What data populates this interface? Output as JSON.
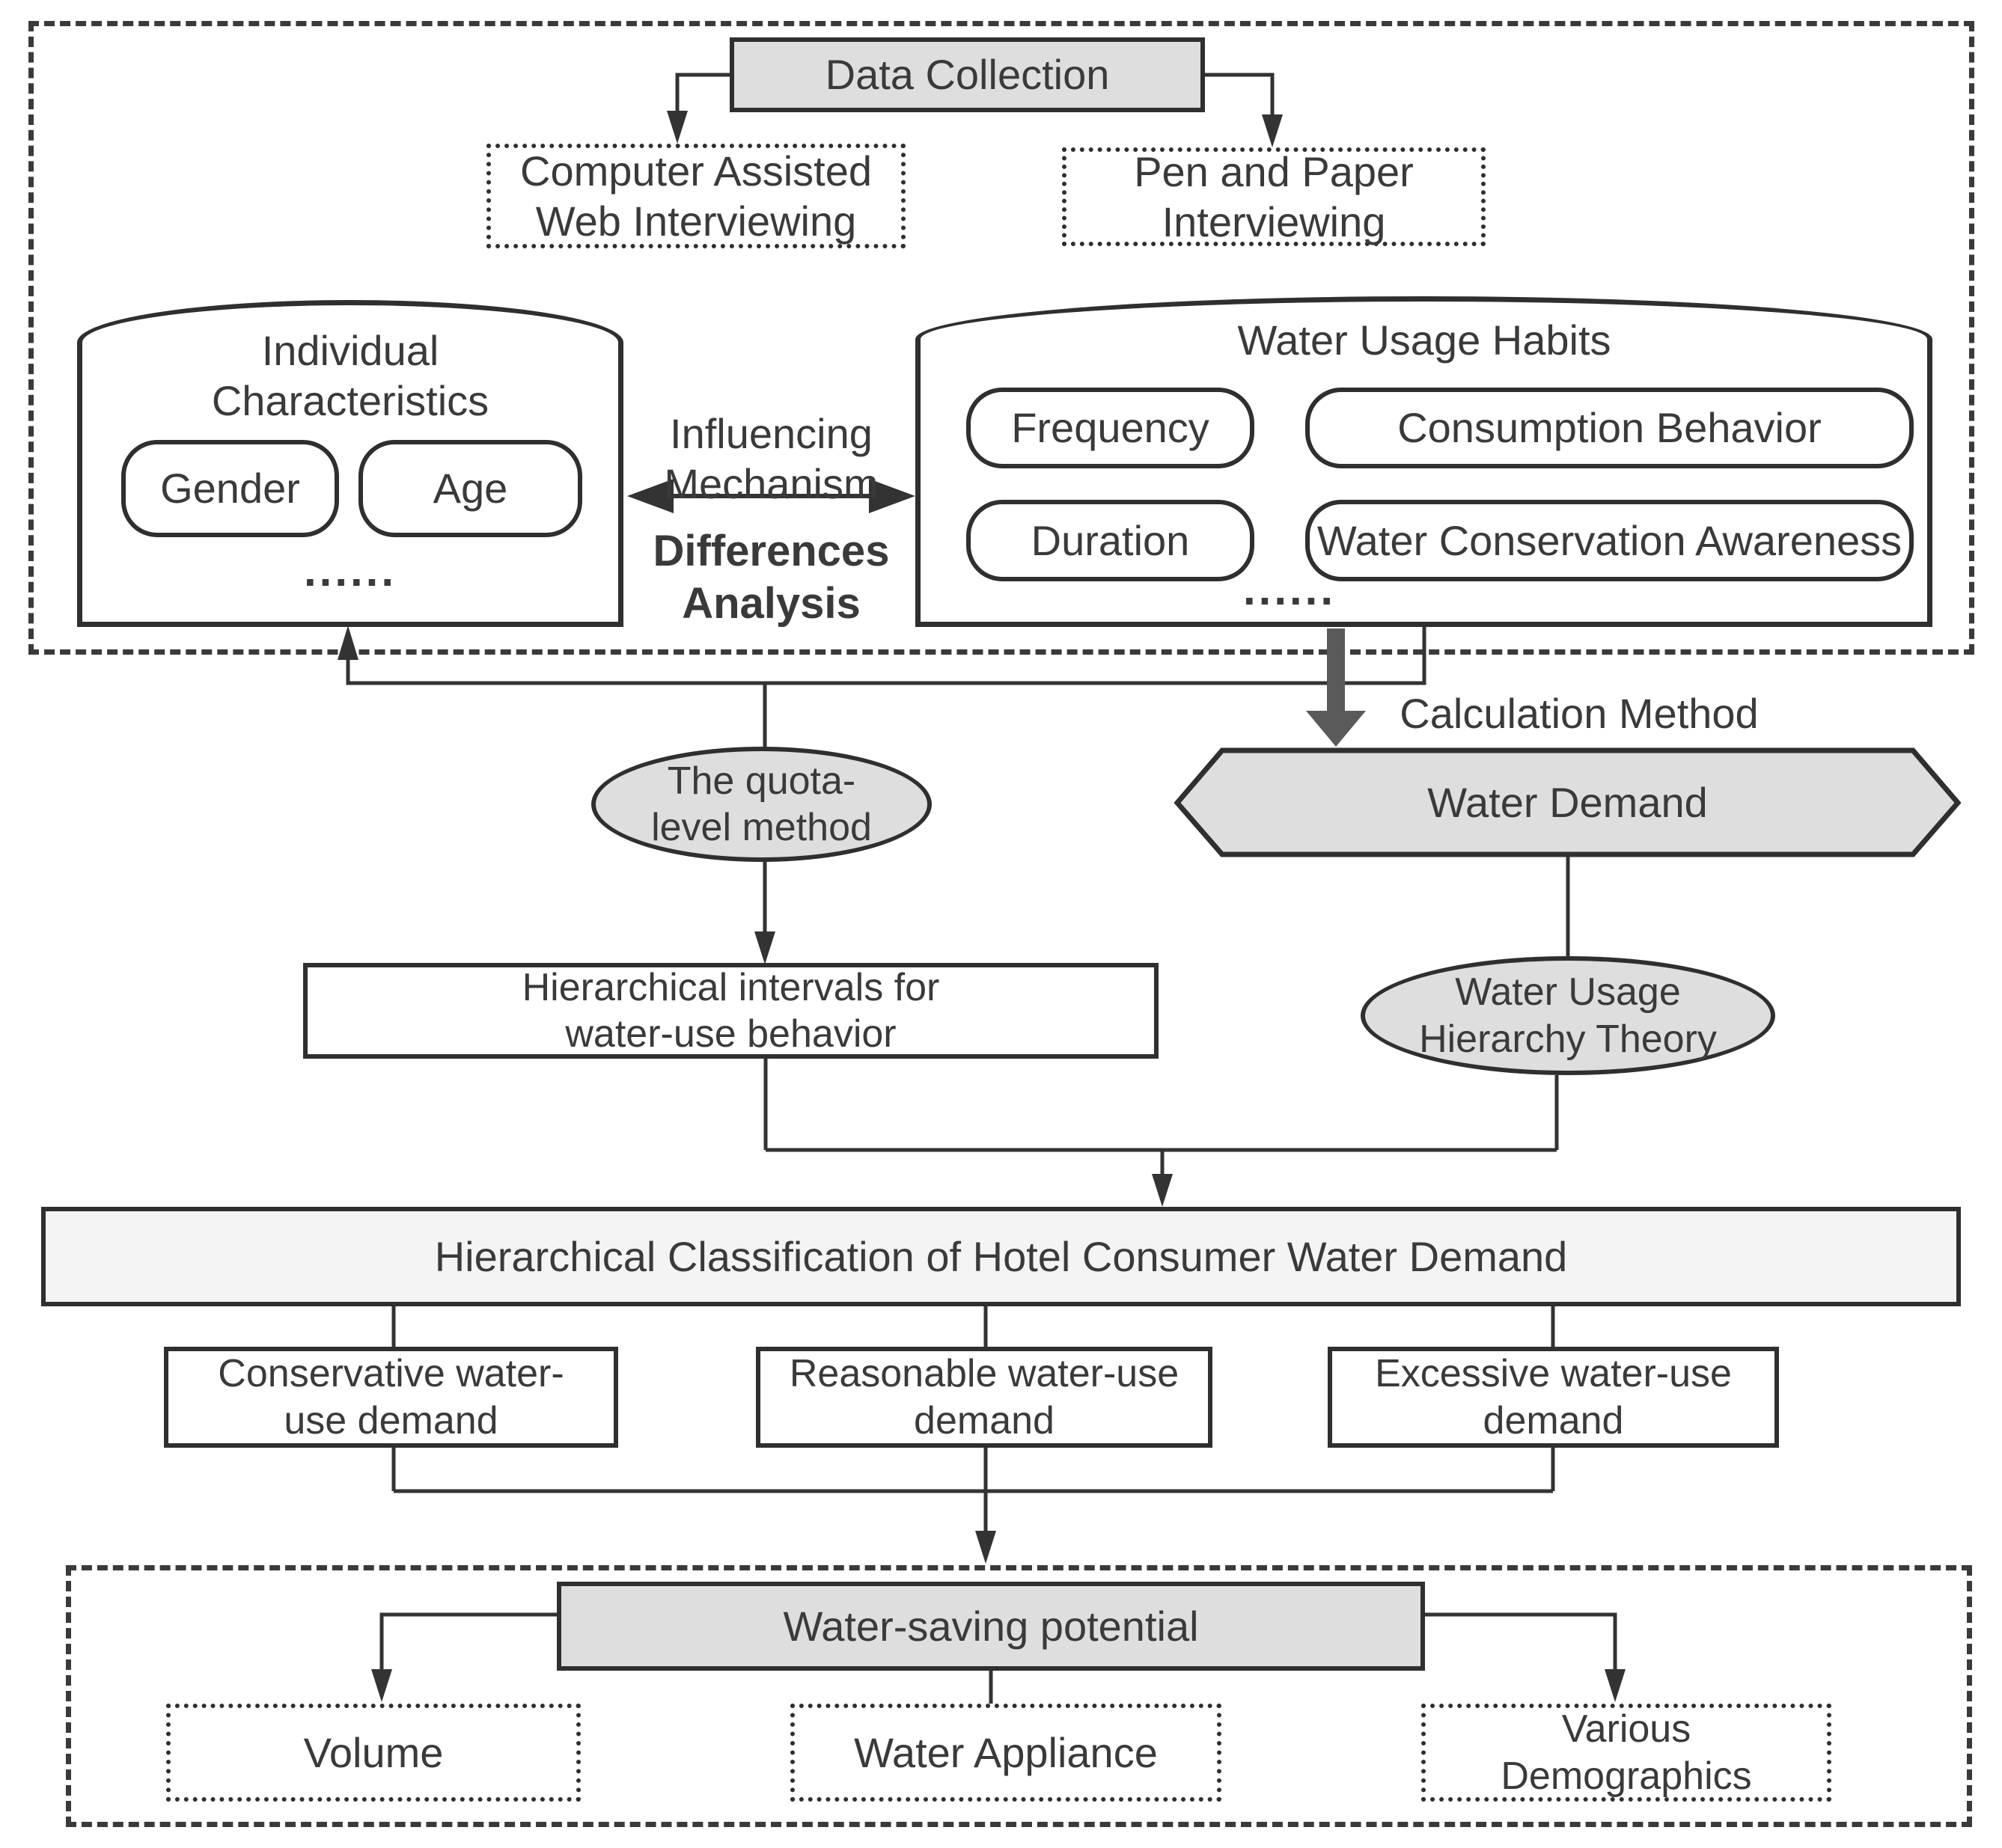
{
  "top": {
    "data_collection": "Data Collection",
    "computer_assisted_web_interviewing": "Computer Assisted\nWeb Interviewing",
    "pen_and_paper_interviewing": "Pen and Paper\nInterviewing",
    "individual_characteristics_title": "Individual\nCharacteristics",
    "gender": "Gender",
    "age": "Age",
    "ic_ellipsis": "......",
    "water_usage_habits_title": "Water Usage Habits",
    "frequency": "Frequency",
    "consumption_behavior": "Consumption Behavior",
    "duration": "Duration",
    "water_conservation_awareness": "Water Conservation Awareness",
    "wuh_ellipsis": "......",
    "influencing_mechanism": "Influencing\nMechanism",
    "differences_analysis": "Differences\nAnalysis"
  },
  "middle": {
    "quota_level_method": "The quota-\nlevel method",
    "calculation_method": "Calculation Method",
    "water_demand": "Water Demand",
    "hierarchical_intervals": "Hierarchical intervals for\nwater-use behavior",
    "water_usage_hierarchy_theory": "Water Usage\nHierarchy Theory",
    "classification_title": "Hierarchical Classification of Hotel Consumer Water Demand",
    "demand_levels": [
      "Conservative water-\nuse demand",
      "Reasonable water-use\ndemand",
      "Excessive water-use\ndemand"
    ]
  },
  "bottom": {
    "water_saving_potential": "Water-saving potential",
    "volume": "Volume",
    "water_appliance": "Water Appliance",
    "various_demographics": "Various\nDemographics"
  },
  "colors": {
    "node_fill_gray": "#dedede",
    "bar_fill": "#f4f4f4",
    "line": "#333333",
    "thick_arrow": "#5a5a5a"
  }
}
